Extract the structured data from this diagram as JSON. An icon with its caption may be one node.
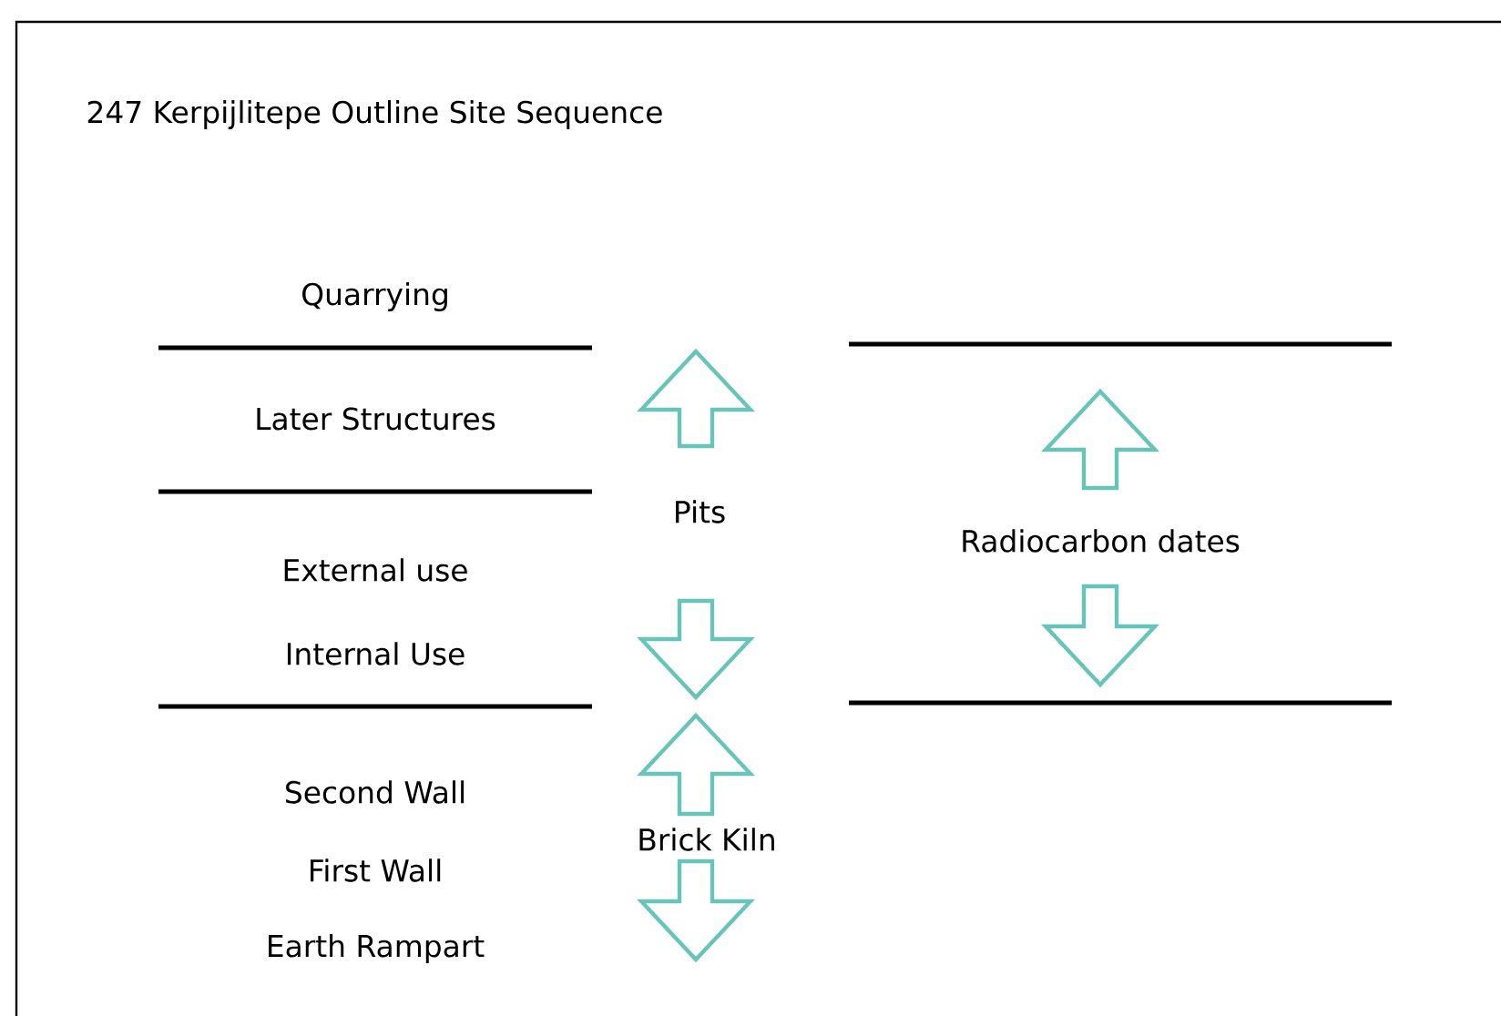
{
  "diagram": {
    "title": "247 Kerpijlitepe Outline Site Sequence",
    "labels": [
      "Quarrying",
      "Later Structures",
      "Pits",
      "Radiocarbon dates",
      "External use",
      "Internal Use",
      "Second Wall",
      "Brick Kiln",
      "First Wall",
      "Earth Rampart"
    ]
  }
}
